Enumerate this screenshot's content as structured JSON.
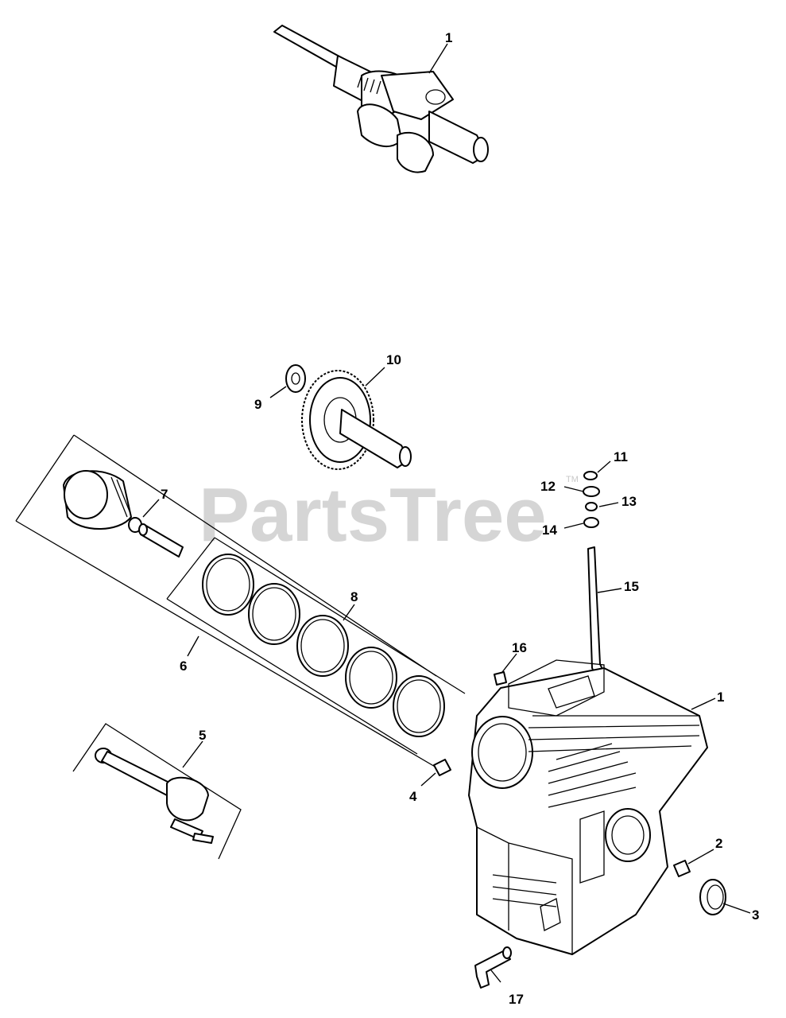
{
  "watermark": {
    "text": "PartsTree",
    "tm": "TM"
  },
  "callouts": {
    "c1_crankshaft": "1",
    "c1_block": "1",
    "c2": "2",
    "c3": "3",
    "c4": "4",
    "c5": "5",
    "c6": "6",
    "c7": "7",
    "c8": "8",
    "c9": "9",
    "c10": "10",
    "c11": "11",
    "c12": "12",
    "c13": "13",
    "c14": "14",
    "c15": "15",
    "c16": "16",
    "c17": "17"
  }
}
